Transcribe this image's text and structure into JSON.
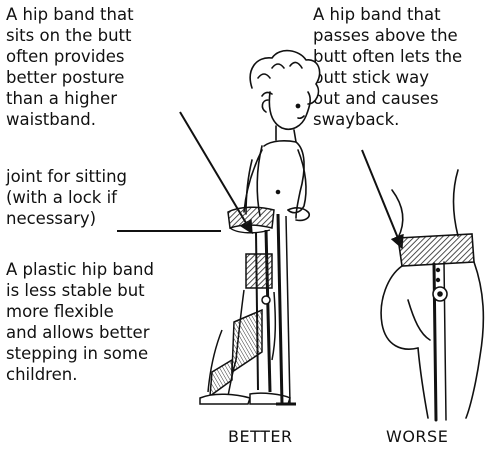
{
  "annotations": {
    "hip_band_butt": "A hip band that\nsits on the butt\noften provides\nbetter posture\nthan a higher\nwaistband.",
    "joint_for_sitting": "joint for sitting\n(with a lock if\nnecessary)",
    "plastic_hip_band": "A plastic hip band\nis less stable but\nmore flexible\nand allows better\nstepping in some\nchildren.",
    "hip_band_above": "A hip band that\npasses above the\nbutt often lets the\nbutt stick way\nout and causes\nswayback."
  },
  "captions": {
    "better": "BETTER",
    "worse": "WORSE"
  }
}
